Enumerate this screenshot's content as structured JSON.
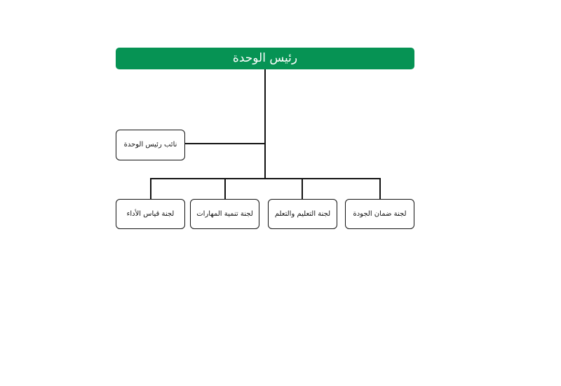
{
  "org_chart": {
    "head": {
      "label": "رئيس الوحدة",
      "color": "#069354"
    },
    "deputy": {
      "label": "نائب رئيس الوحدة"
    },
    "committees": [
      {
        "label": "لجنة قياس الأداء"
      },
      {
        "label": "لجنة تنمية المهارات"
      },
      {
        "label": "لجنة التعليم والتعلم"
      },
      {
        "label": "لجنة ضمان الجودة"
      }
    ]
  }
}
